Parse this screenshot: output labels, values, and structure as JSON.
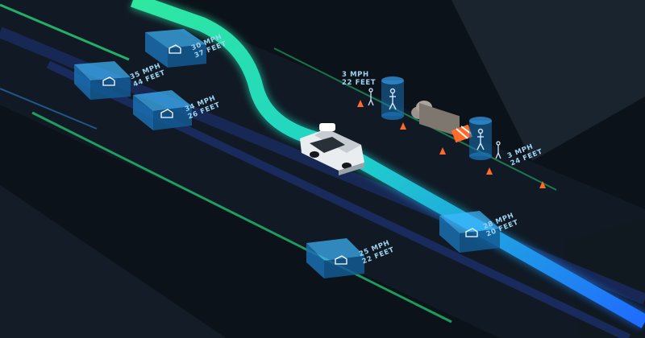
{
  "colors": {
    "background": "#0c1219",
    "path_green": "#2ee8a0",
    "path_blue": "#1f6bff",
    "lane_green": "#25d67a",
    "lane_blue": "#243a8c",
    "box_fill": "#1a6fb0",
    "box_edge": "#3fb8ff",
    "cone": "#ff6a2a",
    "label_text": "#9fd3f0"
  },
  "vehicles": [
    {
      "id": "veh-top-left",
      "speed": "30 MPH",
      "distance": "37 FEET",
      "icon": "car-icon"
    },
    {
      "id": "veh-left-1",
      "speed": "35 MPH",
      "distance": "44 FEET",
      "icon": "car-icon"
    },
    {
      "id": "veh-left-2",
      "speed": "34 MPH",
      "distance": "26 FEET",
      "icon": "car-icon"
    },
    {
      "id": "veh-bottom",
      "speed": "25 MPH",
      "distance": "22 FEET",
      "icon": "car-icon"
    },
    {
      "id": "veh-right",
      "speed": "28 MPH",
      "distance": "20 FEET",
      "icon": "car-icon"
    }
  ],
  "pedestrians": [
    {
      "id": "ped-1",
      "speed": "3 MPH",
      "distance": "22 FEET",
      "icon": "pedestrian-icon"
    },
    {
      "id": "ped-2",
      "speed": "3 MPH",
      "distance": "24 FEET",
      "icon": "pedestrian-icon"
    }
  ],
  "objects": [
    "traffic-cone-icon",
    "construction-barrier-icon",
    "pipe-stack-icon",
    "autonomous-car-icon"
  ]
}
